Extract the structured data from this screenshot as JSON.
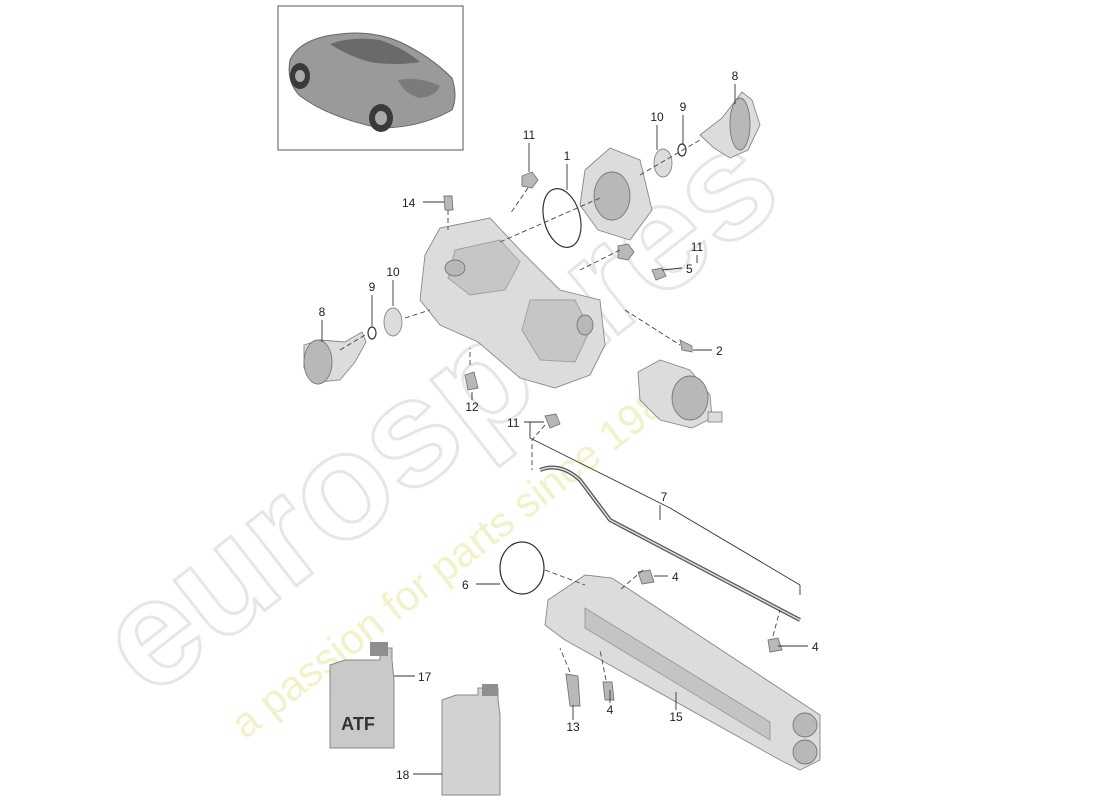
{
  "watermark": {
    "brand": "eurospares",
    "tagline": "a passion for parts since 1985"
  },
  "bottles": [
    {
      "id": "bottle-atf",
      "label": "ATF"
    }
  ],
  "callouts": [
    {
      "id": "c1",
      "text": "1"
    },
    {
      "id": "c2",
      "text": "2"
    },
    {
      "id": "c4a",
      "text": "4"
    },
    {
      "id": "c4b",
      "text": "4"
    },
    {
      "id": "c4c",
      "text": "4"
    },
    {
      "id": "c5",
      "text": "5"
    },
    {
      "id": "c6",
      "text": "6"
    },
    {
      "id": "c7",
      "text": "7"
    },
    {
      "id": "c8a",
      "text": "8"
    },
    {
      "id": "c8b",
      "text": "8"
    },
    {
      "id": "c9a",
      "text": "9"
    },
    {
      "id": "c9b",
      "text": "9"
    },
    {
      "id": "c10a",
      "text": "10"
    },
    {
      "id": "c10b",
      "text": "10"
    },
    {
      "id": "c11a",
      "text": "11"
    },
    {
      "id": "c11b",
      "text": "11"
    },
    {
      "id": "c11c",
      "text": "11"
    },
    {
      "id": "c12",
      "text": "12"
    },
    {
      "id": "c13",
      "text": "13"
    },
    {
      "id": "c14",
      "text": "14"
    },
    {
      "id": "c15",
      "text": "15"
    },
    {
      "id": "c17",
      "text": "17"
    },
    {
      "id": "c18",
      "text": "18"
    }
  ]
}
